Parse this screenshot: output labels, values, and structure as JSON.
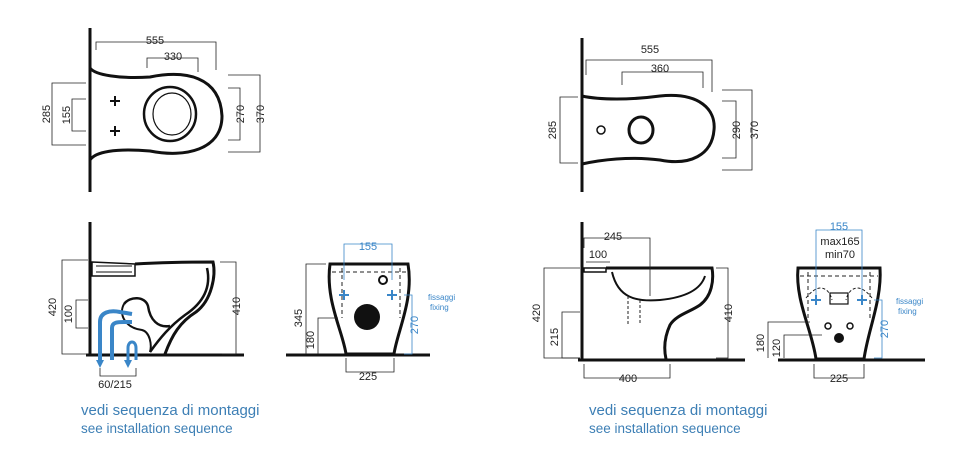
{
  "wc": {
    "top": {
      "width_outer": "555",
      "width_inner": "330",
      "depth_outer": "370",
      "depth_inner": "270",
      "height_total": "285",
      "height_inner": "155"
    },
    "side": {
      "height_total": "420",
      "height_right": "410",
      "inlet_height": "100",
      "outlet": "60/215"
    },
    "back": {
      "fix_spacing": "155",
      "height": "345",
      "height_low": "180",
      "fix_height": "270",
      "base_width": "225",
      "note_it": "fissaggi",
      "note_en": "fixing"
    }
  },
  "bidet": {
    "top": {
      "width_outer": "555",
      "width_inner": "360",
      "depth_outer": "370",
      "depth_inner": "290",
      "height_total": "285"
    },
    "side": {
      "inlet_offset": "245",
      "inlet_height": "100",
      "height_total": "420",
      "height_right": "410",
      "drain_height": "215",
      "depth": "400"
    },
    "back": {
      "fix_spacing": "155",
      "max": "max165",
      "min": "min70",
      "height_low": "180",
      "height_lower": "120",
      "fix_height": "270",
      "base_width": "225",
      "note_it": "fissaggi",
      "note_en": "fixing"
    }
  },
  "captions": {
    "left_it": "vedi sequenza di montaggi",
    "left_en": "see installation sequence",
    "right_it": "vedi sequenza di montaggi",
    "right_en": "see installation sequence"
  }
}
